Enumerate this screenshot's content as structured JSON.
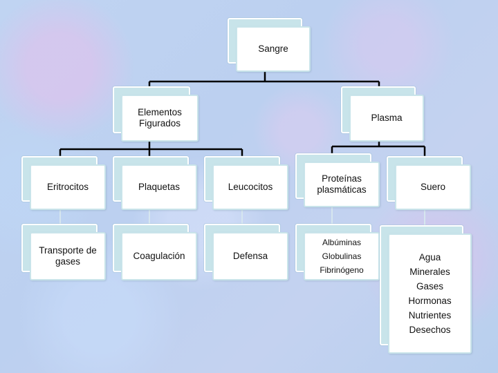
{
  "diagram": {
    "root": {
      "lines": [
        "Sangre"
      ]
    },
    "elementos": {
      "lines": [
        "Elementos",
        "Figurados"
      ]
    },
    "plasma": {
      "lines": [
        "Plasma"
      ]
    },
    "eritrocitos": {
      "lines": [
        "Eritrocitos"
      ]
    },
    "plaquetas": {
      "lines": [
        "Plaquetas"
      ]
    },
    "leucocitos": {
      "lines": [
        "Leucocitos"
      ]
    },
    "proteinas": {
      "lines": [
        "Proteínas",
        "plasmáticas"
      ]
    },
    "suero": {
      "lines": [
        "Suero"
      ]
    },
    "transporte": {
      "lines": [
        "Transporte de",
        "gases"
      ]
    },
    "coagulacion": {
      "lines": [
        "Coagulación"
      ]
    },
    "defensa": {
      "lines": [
        "Defensa"
      ]
    },
    "proteinas_list": {
      "lines": [
        "Albúminas",
        "Globulinas",
        "Fibrinógeno"
      ]
    },
    "suero_list": {
      "lines": [
        "Agua",
        "Minerales",
        "Gases",
        "Hormonas",
        "Nutrientes",
        "Desechos"
      ]
    }
  },
  "colors": {
    "connector": "#000000",
    "back_fill": "#c8e4ea",
    "front_fill": "#ffffff"
  }
}
